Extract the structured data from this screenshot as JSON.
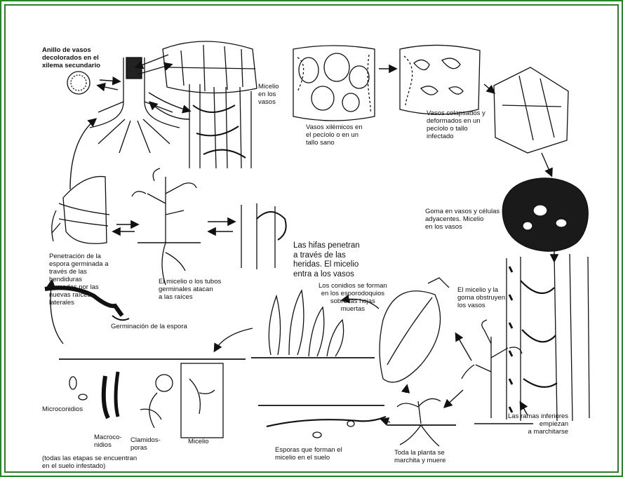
{
  "colors": {
    "frame": "#1f8a1f",
    "ink": "#111111"
  },
  "labels": {
    "anillo": "Anillo de vasos\ndecolorados en el\nxilema secundario",
    "micelio_vasos": "Micelio\nen los\nvasos",
    "vasos_sanos": "Vasos xilémicos en\nel pecíolo o en un\ntallo sano",
    "vasos_colapsados": "Vasos colapsados y\ndeformados en un\npecíolo o tallo\ninfectado",
    "goma": "Goma en vasos y células\nadyacentes. Micelio\nen los vasos",
    "penetracion": "Penetración de la\nespora germinada a\ntravés de las\nhendiduras\nformadas por las\nnuevas raíces\nlaterales",
    "micelio_tubos": "El micelio o los tubos\ngerminales atacan\na las raíces",
    "hifas": "Las hifas penetran\na través de las\nheridas. El micelio\nentra a los vasos",
    "conidios": "Los conidios se forman\nen los esporodoquios\nsobre las hojas\nmuertas",
    "obstruyen": "El micelio y la\ngoma obstruyen\nlos vasos",
    "germinacion": "Germinación de la espora",
    "microconidios": "Microconidios",
    "macroconidios": "Macroco-\nnidios",
    "clamidosporas": "Clamidos-\nporas",
    "micelio": "Micelio",
    "etapas": "(todas las etapas se encuentran\nen el suelo infestado)",
    "esporas_suelo": "Esporas que forman el\nmicelio en el suelo",
    "toda_planta": "Toda la planta se\nmarchita y muere",
    "ramas": "Las ramas inferiores\nempiezan\na marchitarse"
  }
}
